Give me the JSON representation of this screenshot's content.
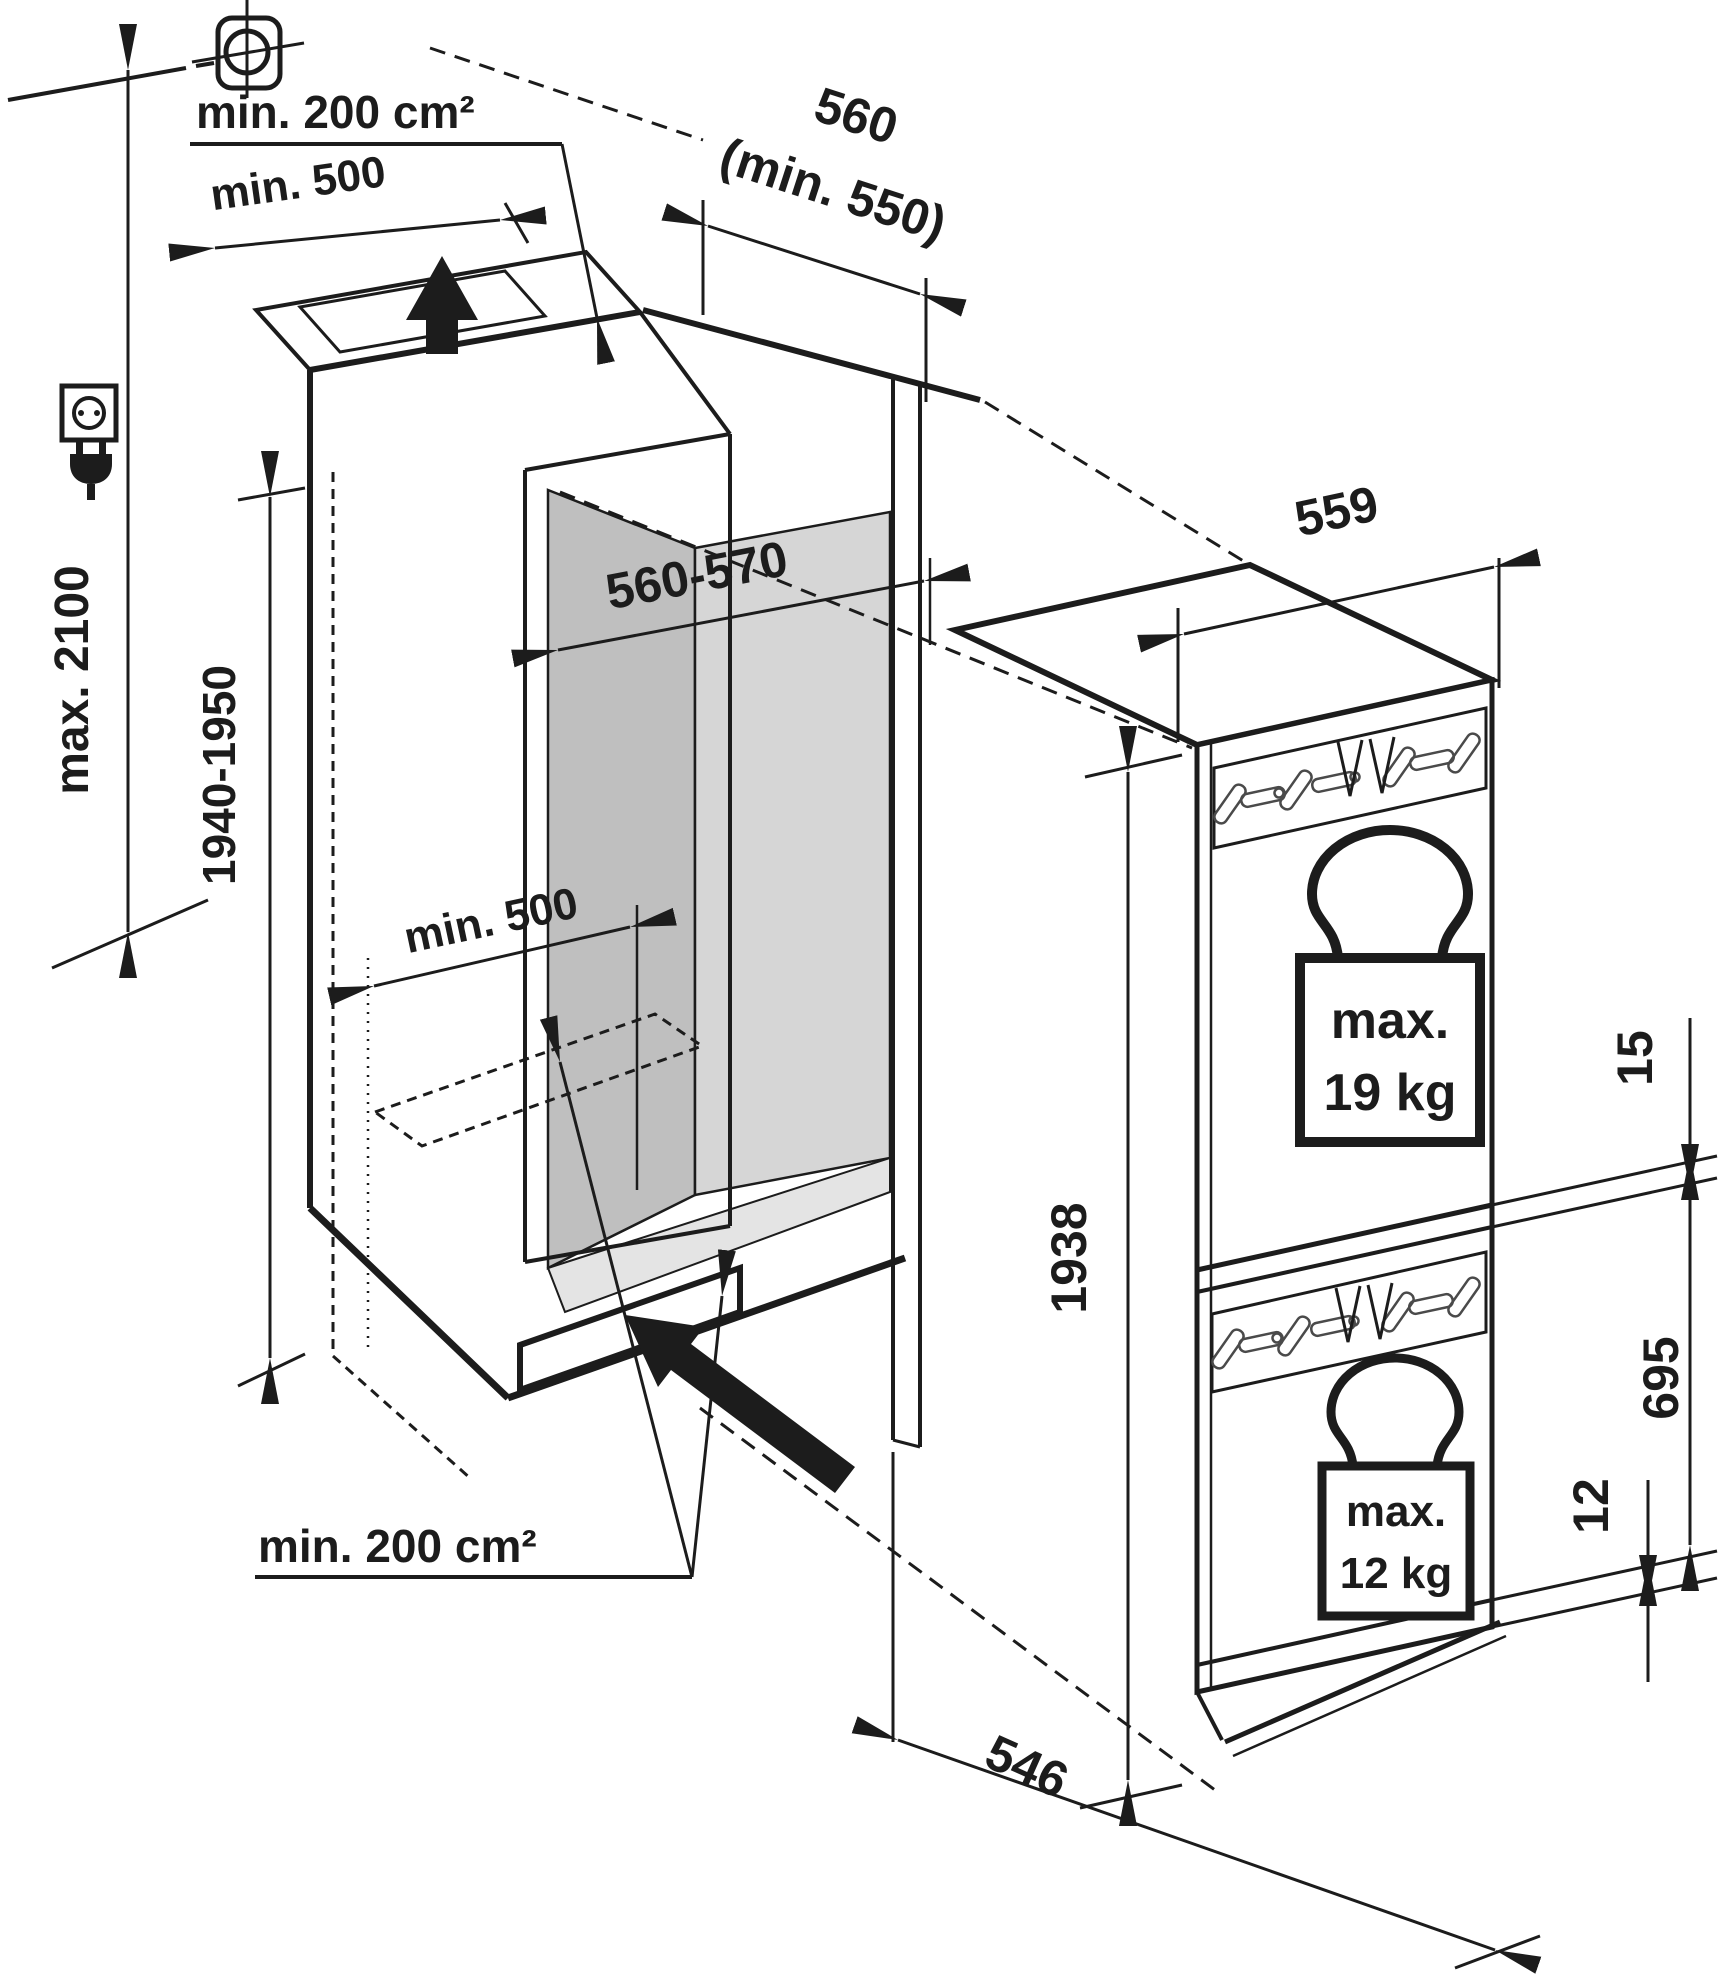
{
  "diagram": {
    "title": "built-in appliance niche installation drawing",
    "labels": {
      "top_vent": "min. 200 cm²",
      "top_clearance": "min. 500",
      "niche_depth_value": "560",
      "niche_depth_min": "(min. 550)",
      "ceiling_height": "max. 2100",
      "niche_height": "1940-1950",
      "niche_width": "560-570",
      "inner_clearance": "min. 500",
      "appliance_depth": "559",
      "appliance_height": "1938",
      "door_gap_top": "15",
      "lower_door_height": "695",
      "bottom_gap": "12",
      "bottom_vent": "min. 200 cm²",
      "base_depth": "546",
      "upper_door_load_line1": "max.",
      "upper_door_load_line2": "19 kg",
      "lower_door_load_line1": "max.",
      "lower_door_load_line2": "12 kg"
    },
    "colors": {
      "line": "#1c1c1c",
      "wall_side": "#bfbfbf",
      "wall_back": "#d6d6d6",
      "floor": "#e4e4e4",
      "hinge_plate": "#e0e0e0",
      "vent_fill": "#f4f4f4"
    }
  }
}
